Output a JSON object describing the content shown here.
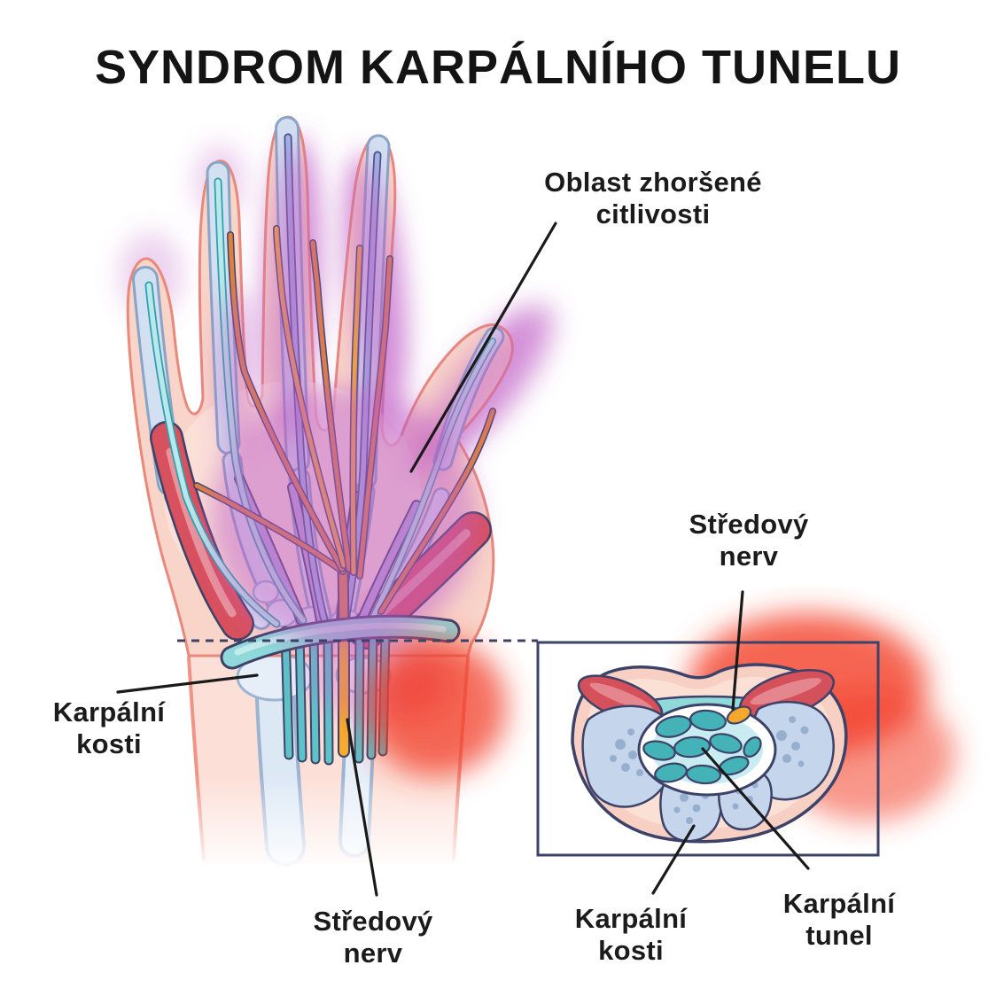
{
  "title": "SYNDROM KARPÁLNÍHO TUNELU",
  "labels": {
    "impaired_sensitivity": {
      "line1": "Oblast zhoršené",
      "line2": "citlivosti"
    },
    "median_nerve_inset": {
      "line1": "Středový",
      "line2": "nerv"
    },
    "carpal_bones_hand": {
      "line1": "Karpální",
      "line2": "kosti"
    },
    "median_nerve_hand": {
      "line1": "Středový",
      "line2": "nerv"
    },
    "carpal_bones_inset": {
      "line1": "Karpální",
      "line2": "kosti"
    },
    "carpal_tunnel_inset": {
      "line1": "Karpální",
      "line2": "tunel"
    }
  },
  "colors": {
    "background": "#ffffff",
    "text": "#1b1b1b",
    "skin_fill": "#f9d4c9",
    "skin_outline": "#e8897c",
    "bone_fill": "#d3e0f1",
    "bone_outline": "#8aa4c6",
    "tendon_cyan": "#aee3e6",
    "tendon_blue": "#9fb7e4",
    "nerve_orange": "#dd8040",
    "nerve_yellow": "#f2ab38",
    "median_nerve_yellow": "#f6ad2f",
    "muscle_red": "#d8515e",
    "retinaculum_teal": "#8fd9da",
    "sensitivity_purple": "#bf5cc5",
    "pain_glow_red": "#f23f28",
    "outline_navy": "#3d4268",
    "leader_line": "#1a1a1a",
    "inset_tendon_teal": "#43b3b8",
    "inset_tunnel_cyan": "#c8ecf2"
  }
}
